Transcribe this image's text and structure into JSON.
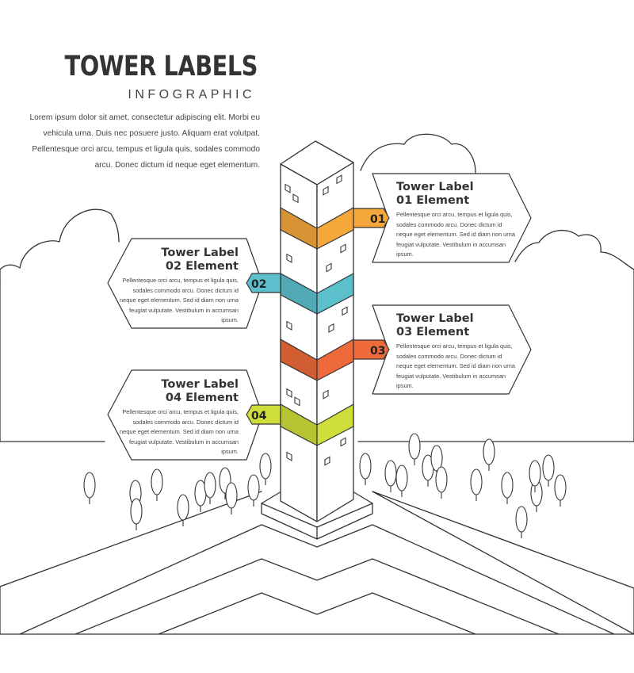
{
  "header": {
    "title": "TOWER LABELS",
    "subtitle": "INFOGRAPHIC",
    "intro": "Lorem ipsum dolor sit amet, consectetur adipiscing elit. Morbi eu vehicula urna. Duis nec posuere justo. Aliquam erat volutpat. Pellentesque orci arcu, tempus et ligula quis, sodales commodo arcu. Donec dictum id neque eget elementum."
  },
  "labels": [
    {
      "number": "01",
      "title": "Tower Label\n01 Element",
      "color": "#F5A73B",
      "text": "Pellentesque orci arcu, tempus et ligula quis, sodales commodo arcu. Donec dictum id neque eget elementum. Sed id diam non urna feugiat vulputate. Vestibulum in accumsan ipsum."
    },
    {
      "number": "02",
      "title": "Tower Label\n02 Element",
      "color": "#5BC0CC",
      "text": "Pellentesque orci arcu, tempus et ligula quis, sodales commodo arcu. Donec dictum id neque eget elementum. Sed id diam non urna feugiat vulputate. Vestibulum in accumsan ipsum."
    },
    {
      "number": "03",
      "title": "Tower Label\n03 Element",
      "color": "#EE6A3A",
      "text": "Pellentesque orci arcu, tempus et ligula quis, sodales commodo arcu. Donec dictum id neque eget elementum. Sed id diam non urna feugiat vulputate. Vestibulum in accumsan ipsum."
    },
    {
      "number": "04",
      "title": "Tower Label\n04 Element",
      "color": "#CFDE3A",
      "text": "Pellentesque orci arcu, tempus et ligula quis, sodales commodo arcu. Donec dictum id neque eget elementum. Sed id diam non urna feugiat vulputate. Vestibulum in accumsan ipsum."
    }
  ]
}
